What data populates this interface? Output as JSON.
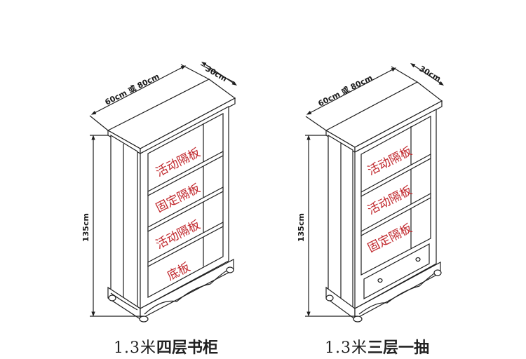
{
  "left": {
    "dim_width": "60cm 或 80cm",
    "dim_depth": "30cm",
    "dim_height": "135cm",
    "shelves": [
      "活动隔板",
      "固定隔板",
      "活动隔板",
      "底板"
    ],
    "caption_prefix": "1.3米",
    "caption_name": "四层书柜"
  },
  "right": {
    "dim_width": "60cm 或 80cm",
    "dim_depth": "30cm",
    "dim_height": "135cm",
    "shelves": [
      "活动隔板",
      "活动隔板",
      "固定隔板"
    ],
    "caption_prefix": "1.3米",
    "caption_name": "三层一抽"
  },
  "colors": {
    "line": "#1e1e1e",
    "label_red": "#c0262b",
    "background": "#ffffff"
  }
}
